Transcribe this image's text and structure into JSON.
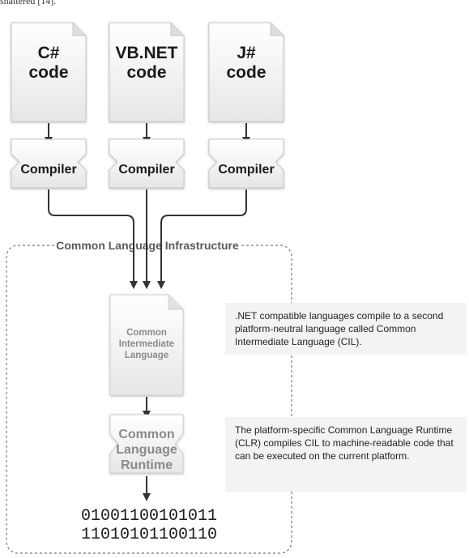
{
  "top_caption": "shattered [14].",
  "languages": [
    {
      "line1": "C#",
      "line2": "code"
    },
    {
      "line1": "VB.NET",
      "line2": "code"
    },
    {
      "line1": "J#",
      "line2": "code"
    }
  ],
  "compiler_label": "Compiler",
  "infrastructure_label": "Common Language Infrastructure",
  "cil": {
    "line1": "Common",
    "line2": "Intermediate",
    "line3": "Language"
  },
  "clr": {
    "line1": "Common",
    "line2": "Language",
    "line3": "Runtime"
  },
  "binary": {
    "line1": "01001100101011",
    "line2": "11010101100110"
  },
  "descriptions": {
    "cil": ".NET compatible languages compile to a second platform-neutral language called Common Intermediate Language (CIL).",
    "clr": "The platform-specific Common Language Runtime (CLR) compiles CIL to machine-readable code that can be executed on the current platform."
  },
  "colors": {
    "doc_fill": "#f0f0f0",
    "doc_stroke": "#c8c8c8",
    "arrow": "#333333",
    "dashed_border": "#777777"
  }
}
